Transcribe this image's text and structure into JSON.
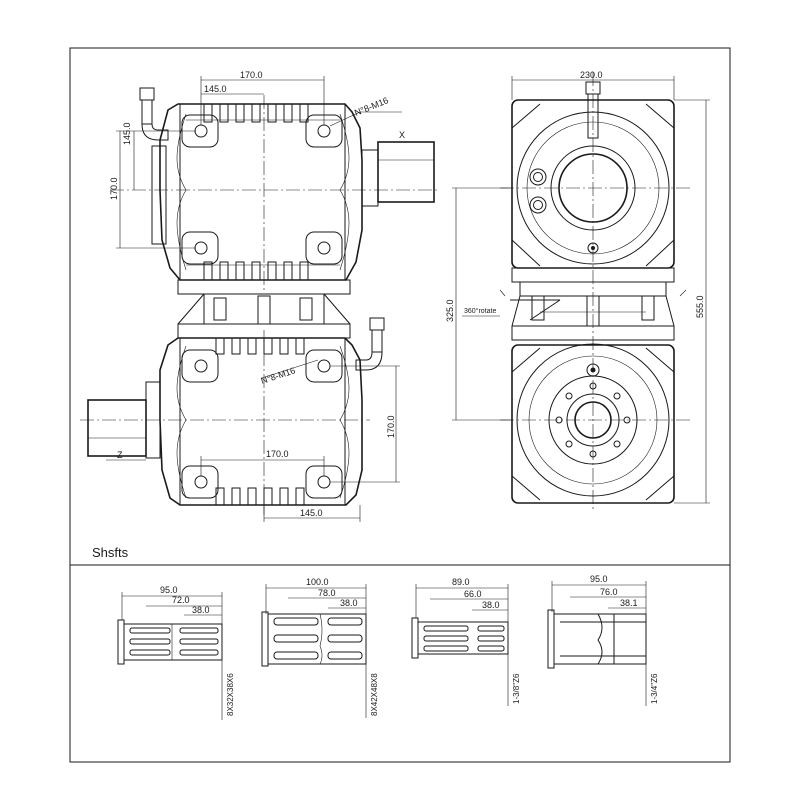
{
  "section_label": "Shsfts",
  "upper_view": {
    "dim_top_outer": "170.0",
    "dim_top_inner": "145.0",
    "dim_left_short": "145.0",
    "dim_left_long": "170.0",
    "bolt_callout": "N°8-M16",
    "shaft_label": "X"
  },
  "lower_view": {
    "dim_mid": "170.0",
    "dim_bottom": "145.0",
    "dim_right": "170.0",
    "bolt_callout": "N°8-M16",
    "shaft_label": "Z"
  },
  "side_view": {
    "dim_top_width": "230.0",
    "dim_height": "325.0",
    "dim_total_height": "555.0",
    "rotate_note": "360°rotate"
  },
  "shafts": [
    {
      "l1": "95.0",
      "l2": "72.0",
      "l3": "38.0",
      "spec": "8X32X38X6"
    },
    {
      "l1": "100.0",
      "l2": "78.0",
      "l3": "38.0",
      "spec": "8X42X48X8"
    },
    {
      "l1": "89.0",
      "l2": "66.0",
      "l3": "38.0",
      "spec": "1-3/8\"Z6"
    },
    {
      "l1": "95.0",
      "l2": "76.0",
      "l3": "38.1",
      "spec": "1-3/4\"Z6"
    }
  ]
}
